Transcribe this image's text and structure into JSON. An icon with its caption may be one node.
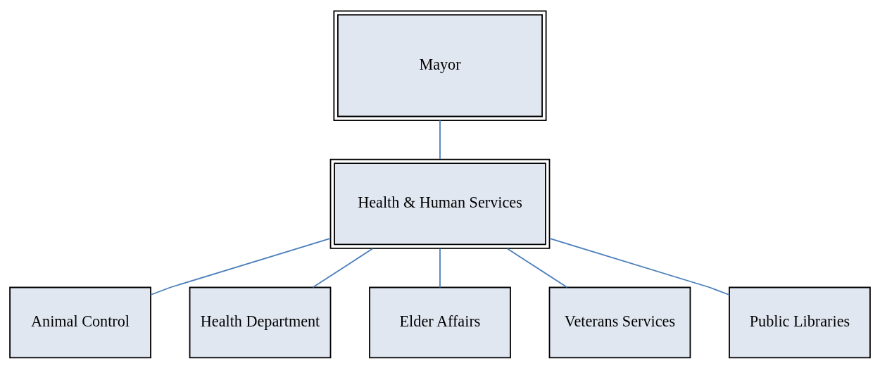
{
  "diagram": {
    "nodes": [
      {
        "text": [
          "Mayor"
        ]
      },
      {
        "text": [
          "Health & Human Services"
        ]
      },
      {
        "text": [
          "Animal Control"
        ]
      },
      {
        "text": [
          "Health Department"
        ]
      },
      {
        "text": [
          "Elder Affairs"
        ]
      },
      {
        "text": [
          "Veterans Services"
        ]
      },
      {
        "text": [
          "Public Libraries"
        ]
      }
    ],
    "edges": [
      {
        "from": 0,
        "to": 1,
        "arrow": "none"
      },
      {
        "from": 1,
        "to": 2,
        "arrow": "none"
      },
      {
        "from": 1,
        "to": 3,
        "arrow": "none"
      },
      {
        "from": 1,
        "to": 4,
        "arrow": "none"
      },
      {
        "from": 1,
        "to": 5,
        "arrow": "none"
      },
      {
        "from": 1,
        "to": 6,
        "arrow": "none"
      }
    ]
  }
}
